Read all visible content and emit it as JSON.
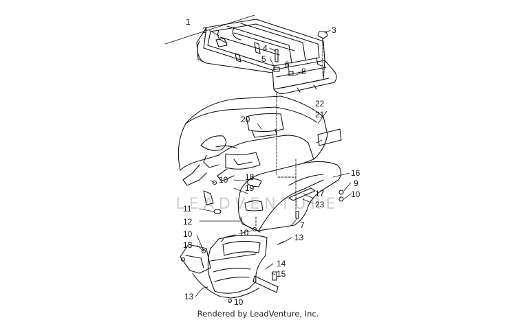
{
  "diagram": {
    "watermark": "LEADVENTURE",
    "footer": "Rendered by LeadVenture, Inc.",
    "callouts": [
      {
        "id": "1",
        "label": "1"
      },
      {
        "id": "2",
        "label": "2"
      },
      {
        "id": "3",
        "label": "3"
      },
      {
        "id": "4",
        "label": "4"
      },
      {
        "id": "5",
        "label": "5"
      },
      {
        "id": "6",
        "label": "6"
      },
      {
        "id": "8",
        "label": "8"
      },
      {
        "id": "22",
        "label": "22"
      },
      {
        "id": "21",
        "label": "21"
      },
      {
        "id": "20",
        "label": "20"
      },
      {
        "id": "16",
        "label": "16"
      },
      {
        "id": "9",
        "label": "9"
      },
      {
        "id": "10a",
        "label": "10"
      },
      {
        "id": "10b",
        "label": "10"
      },
      {
        "id": "17",
        "label": "17"
      },
      {
        "id": "18",
        "label": "18"
      },
      {
        "id": "19",
        "label": "19"
      },
      {
        "id": "23",
        "label": "23"
      },
      {
        "id": "11",
        "label": "11"
      },
      {
        "id": "12",
        "label": "12"
      },
      {
        "id": "7",
        "label": "7"
      },
      {
        "id": "10c",
        "label": "10"
      },
      {
        "id": "10d",
        "label": "10"
      },
      {
        "id": "13a",
        "label": "13"
      },
      {
        "id": "13b",
        "label": "13"
      },
      {
        "id": "14",
        "label": "14"
      },
      {
        "id": "15",
        "label": "15"
      },
      {
        "id": "13c",
        "label": "13"
      },
      {
        "id": "10e",
        "label": "10"
      }
    ]
  }
}
